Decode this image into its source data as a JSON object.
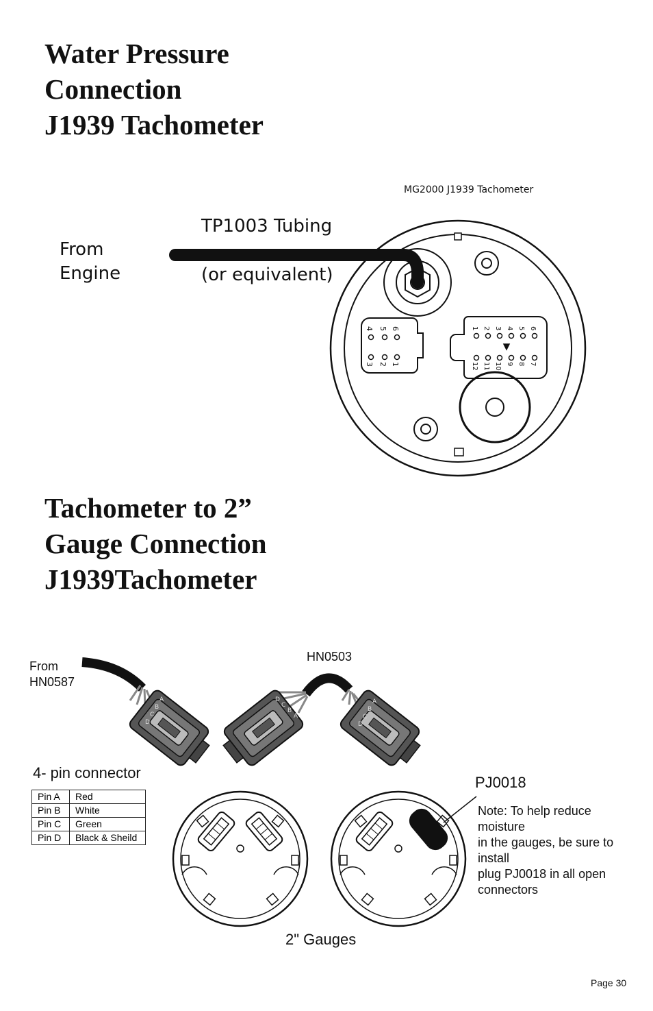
{
  "title1": [
    "Water Pressure",
    "Connection",
    "J1939 Tachometer"
  ],
  "title2": [
    "Tachometer to 2”",
    "Gauge Connection",
    "J1939Tachometer"
  ],
  "labels": {
    "mg2000": "MG2000  J1939 Tachometer",
    "tubing": "TP1003 Tubing",
    "equivalent": "(or equivalent)",
    "from_engine": [
      "From",
      "Engine"
    ],
    "from_hn0587": [
      "From",
      "HN0587"
    ],
    "hn0503": "HN0503",
    "four_pin": "4- pin connector",
    "pj0018": "PJ0018",
    "gauges": "2\" Gauges",
    "page": "Page 30"
  },
  "note_lines": [
    "Note: To help reduce",
    "moisture",
    "in the gauges, be sure to",
    "install",
    "plug PJ0018 in all open",
    "connectors"
  ],
  "pin_table": [
    {
      "pin": "Pin A",
      "color": "Red"
    },
    {
      "pin": "Pin B",
      "color": "White"
    },
    {
      "pin": "Pin C",
      "color": "Green"
    },
    {
      "pin": "Pin D",
      "color": "Black & Sheild"
    }
  ],
  "connector_small_pins": [
    "6",
    "5",
    "4",
    "1",
    "2",
    "3"
  ],
  "connector_large_pins": [
    "6",
    "5",
    "4",
    "3",
    "2",
    "1",
    "7",
    "8",
    "9",
    "10",
    "11",
    "12"
  ],
  "plug_letters": [
    "A",
    "B",
    "C",
    "D"
  ],
  "colors": {
    "ink": "#111111",
    "tube": "#111111",
    "connector": "#555555",
    "wire": "#888888"
  }
}
